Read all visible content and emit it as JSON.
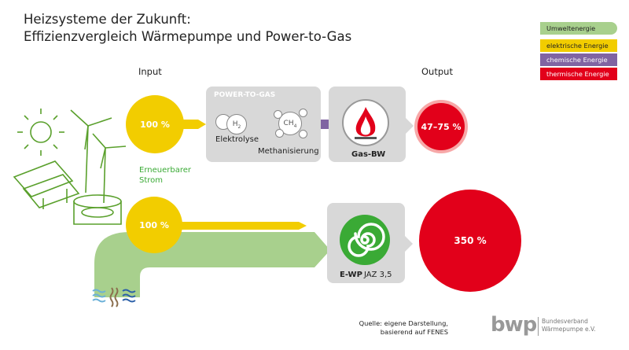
{
  "title": {
    "line1": "Heizsysteme der Zukunft:",
    "line2": "Effizienzvergleich Wärmepumpe und Power-to-Gas"
  },
  "legend": [
    {
      "label": "Umweltenergie",
      "color": "#a8d08d"
    },
    {
      "label": "elektrische Energie",
      "color": "#f2cd00"
    },
    {
      "label": "chemische Energie",
      "color": "#8064a2"
    },
    {
      "label": "thermische Energie",
      "color": "#e2001a"
    }
  ],
  "labels": {
    "input": "Input",
    "output": "Output",
    "ptg_title": "POWER-TO-GAS",
    "elektrolyse": "Elektrolyse",
    "methanisierung": "Methanisierung",
    "h2": "H",
    "h2_sub": "2",
    "ch4": "CH",
    "ch4_sub": "4",
    "gas_bw": "Gas-BW",
    "renewable_line1": "Erneuerbarer",
    "renewable_line2": "Strom",
    "ewp": "E-WP",
    "jaz": "JAZ 3,5"
  },
  "values": {
    "input_ptg": "100 %",
    "output_ptg": "47–75 %",
    "input_wp": "100 %",
    "output_wp": "350 %"
  },
  "source": {
    "line1": "Quelle: eigene Darstellung,",
    "line2": "basierend auf FENES"
  },
  "brand": {
    "logo": "bwp",
    "line1": "Bundesverband",
    "line2": "Wärmepumpe e.V."
  }
}
